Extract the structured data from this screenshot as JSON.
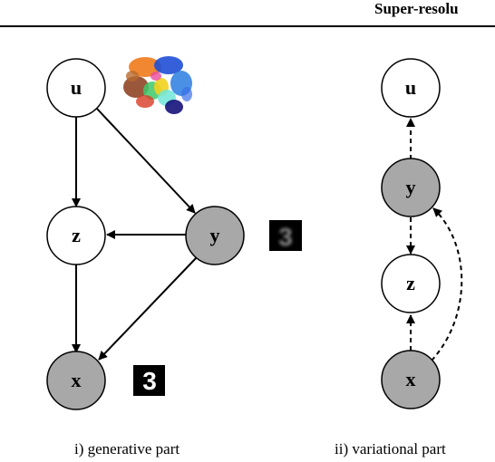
{
  "header": {
    "title": "Super-resolu"
  },
  "generative": {
    "caption": "i) generative part",
    "nodes": {
      "u": "u",
      "z": "z",
      "y": "y",
      "x": "x"
    },
    "observed_fill": "#a8a8a8",
    "latent_fill": "#ffffff",
    "digit_glyph": "3"
  },
  "variational": {
    "caption": "ii) variational part",
    "nodes": {
      "u": "u",
      "y": "y",
      "z": "z",
      "x": "x"
    }
  }
}
